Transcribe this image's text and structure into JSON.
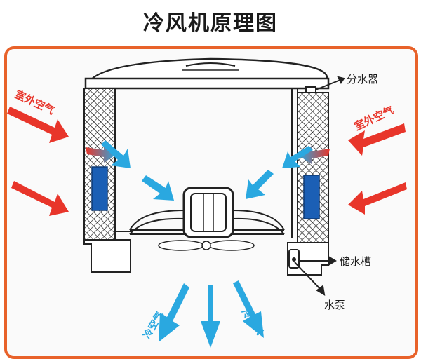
{
  "title": "冷风机原理图",
  "labels": {
    "outside_air_left": "室外空气",
    "outside_air_right": "室外空气",
    "distributor": "分水器",
    "tank": "储水槽",
    "pump": "水泵",
    "cool_air_left": "冷空气",
    "cool_air_right": "冷空气"
  },
  "colors": {
    "frame": "#e8622a",
    "hot_arrow": "#e8352a",
    "cool_arrow": "#2aa8e0",
    "pad_blue": "#1b5fb5"
  }
}
